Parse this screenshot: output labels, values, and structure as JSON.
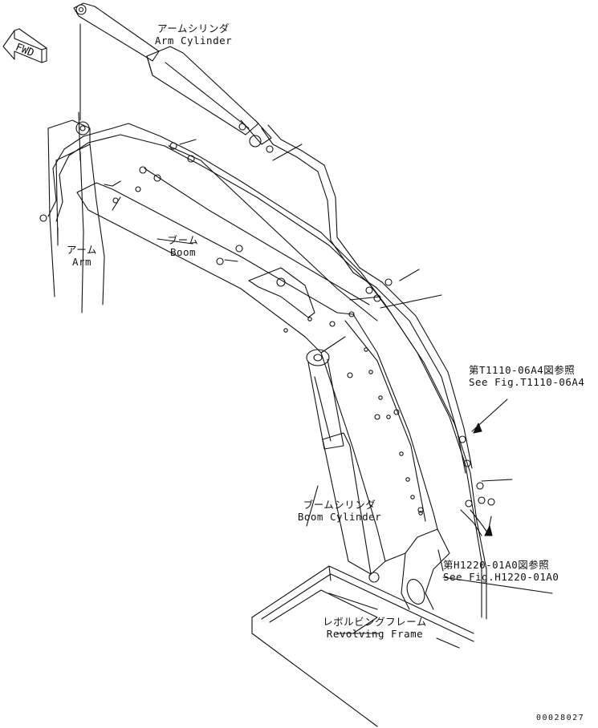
{
  "labels": {
    "arm_cylinder": {
      "jp": "アームシリンダ",
      "en": "Arm Cylinder"
    },
    "arm": {
      "jp": "アーム",
      "en": "Arm"
    },
    "boom": {
      "jp": "ブーム",
      "en": "Boom"
    },
    "boom_cylinder": {
      "jp": "ブームシリンダ",
      "en": "Boom Cylinder"
    },
    "revolving_frame": {
      "jp": "レボルビングフレーム",
      "en": "Revolving Frame"
    },
    "ref_t1110": {
      "jp": "第T1110-06A4図参照",
      "en": "See Fig.T1110-06A4"
    },
    "ref_h1220": {
      "jp": "第H1220-01A0図参照",
      "en": "See Fig.H1220-01A0"
    }
  },
  "direction_indicator": {
    "text": "FWD",
    "icon": "forward-arrow-icon"
  },
  "drawing_number": "00028027"
}
